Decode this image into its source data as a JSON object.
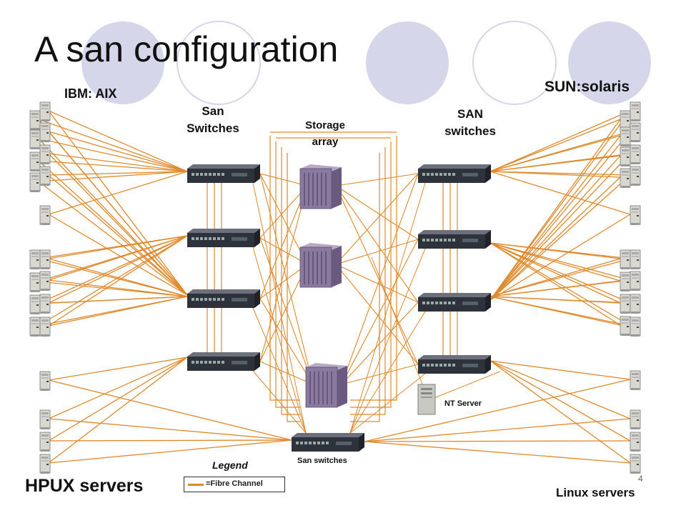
{
  "slide": {
    "title": "A san configuration",
    "page_number": "4"
  },
  "labels": {
    "ibm": "IBM: AIX",
    "sun": "SUN:solaris",
    "san_switches_left_1": "San",
    "san_switches_left_2": "Switches",
    "storage_1": "Storage",
    "storage_2": "array",
    "san_switches_right_1": "SAN",
    "san_switches_right_2": "switches",
    "nt_server": "NT Server",
    "san_switches_bottom": "San switches",
    "hpux": "HPUX servers",
    "linux": "Linux servers",
    "legend_title": "Legend",
    "legend_item": "=Fibre Channel"
  },
  "colors": {
    "fibre": "#e0892c",
    "circle_fill": "#d6d6ea",
    "circle_stroke": "#d6d6ea",
    "switch": "#3a3f4a",
    "storage": "#8a7aa0"
  },
  "icons": {
    "server": "server-tower-icon",
    "switch": "rack-switch-icon",
    "storage": "storage-array-icon"
  }
}
